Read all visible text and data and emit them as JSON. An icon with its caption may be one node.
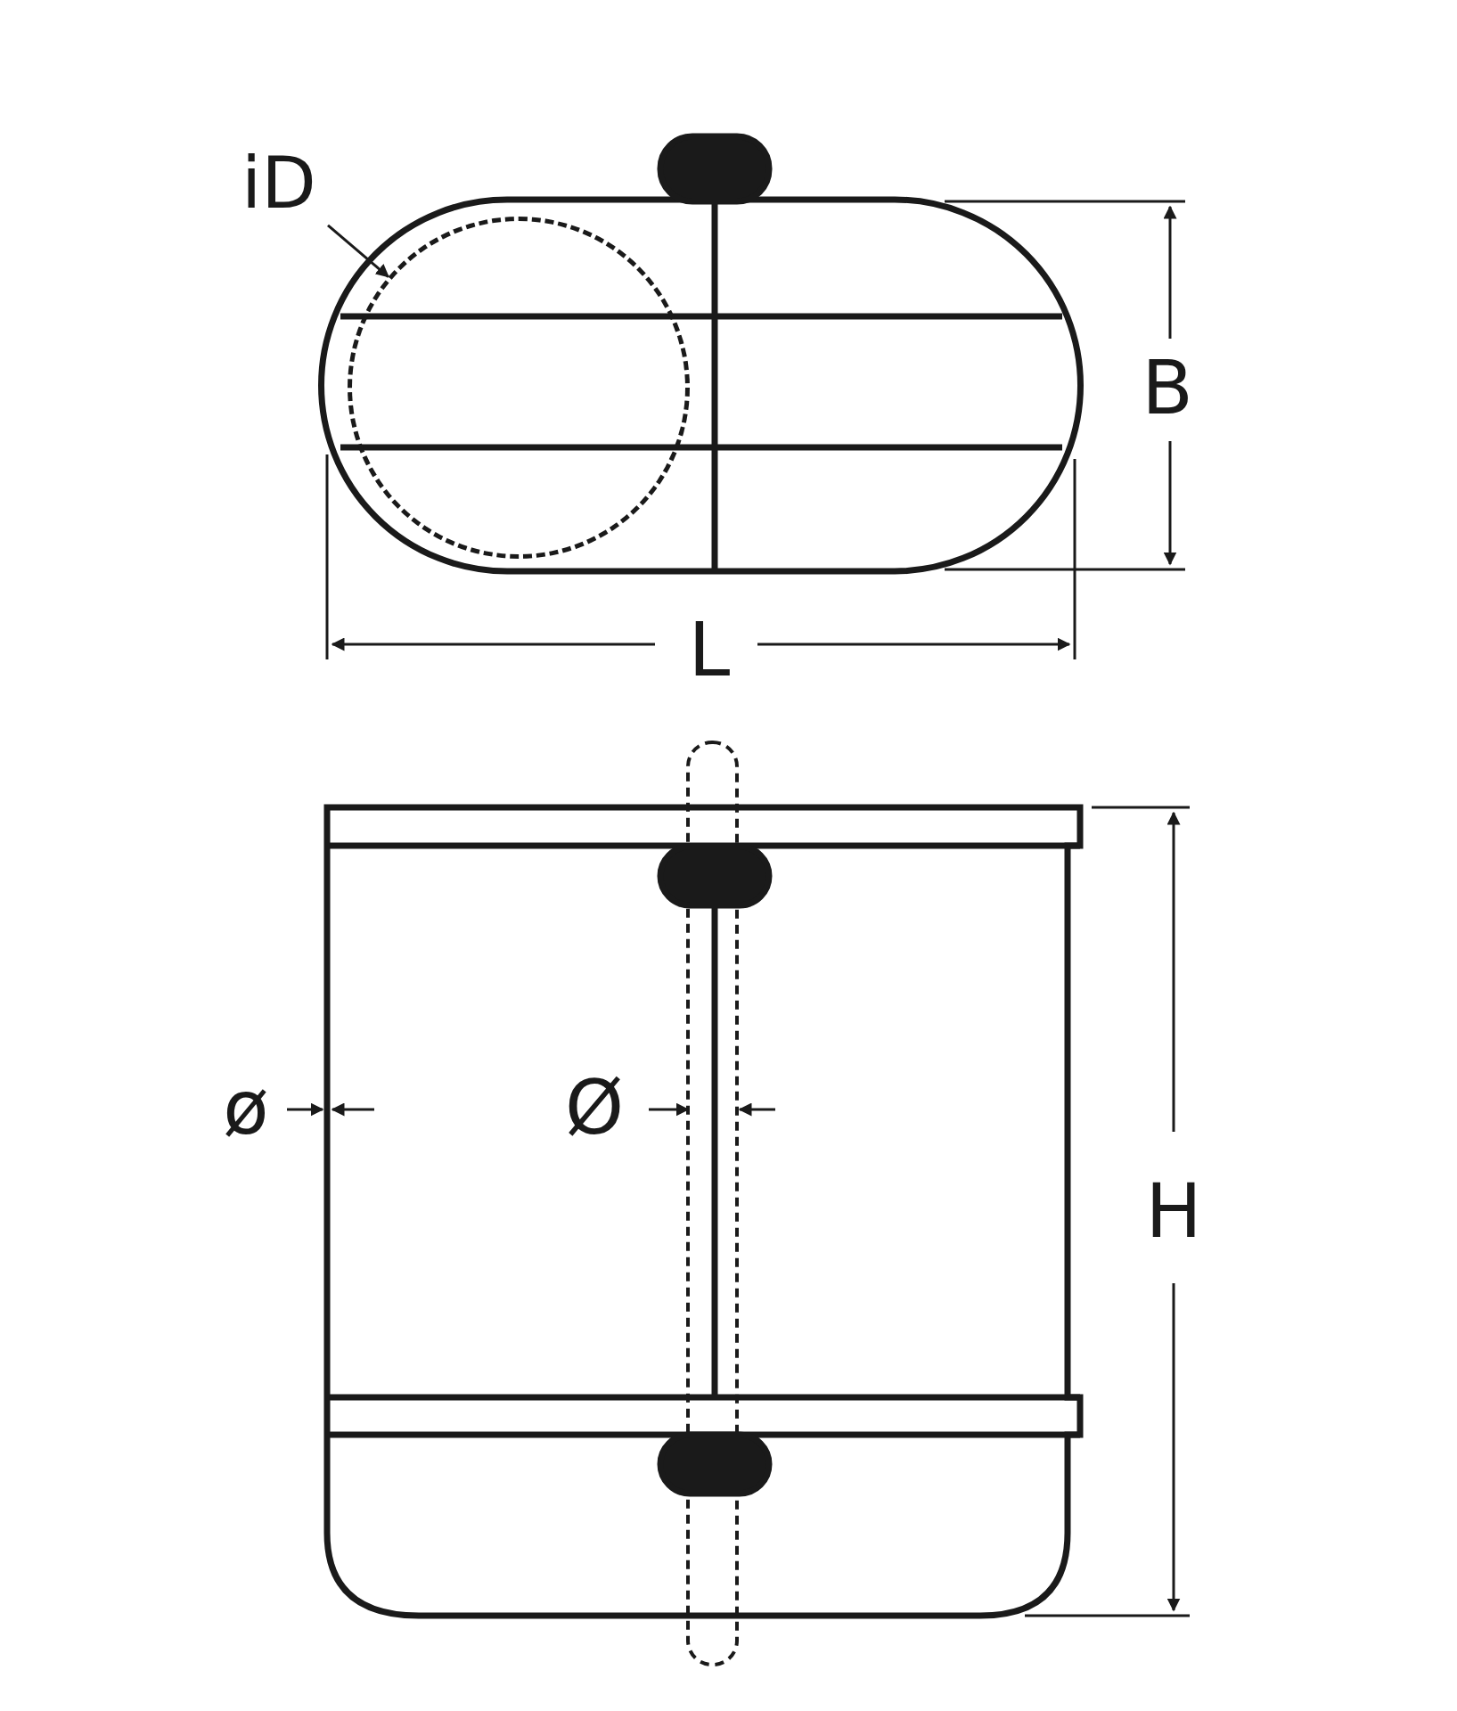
{
  "diagram": {
    "nodes": [
      {
        "text": [
          "iD"
        ]
      },
      {
        "text": [],
        "shape": "circle"
      }
    ],
    "edges": [
      {
        "from": 0,
        "to": 1,
        "arrow": "to"
      }
    ],
    "labels": [
      "B",
      "L",
      "ø",
      "Ø",
      "H"
    ]
  }
}
